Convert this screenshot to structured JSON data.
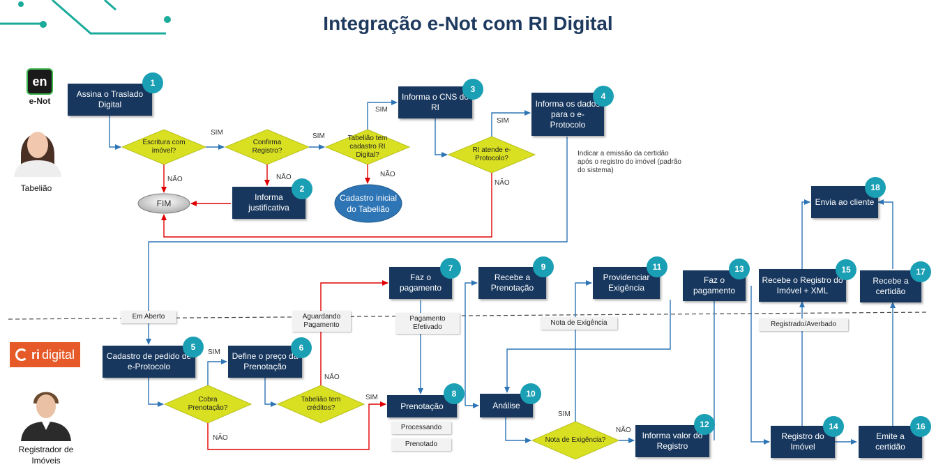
{
  "title": "Integração e-Not com RI Digital",
  "logos": {
    "enot_mark": "en",
    "enot_name": "e-Not",
    "ri_mark": "ri",
    "ri_name": "digital"
  },
  "actors": {
    "tabeliao": "Tabelião",
    "registrador": "Registrador de Imóveis"
  },
  "colors": {
    "box": "#17375e",
    "badge": "#1a9fb4",
    "diamond": "#d9e021",
    "blue_arrow": "#2e75b6",
    "red_arrow": "#e00000",
    "ellipse": "#2e75b6"
  },
  "steps": {
    "s1": {
      "label": "Assina o Traslado Digital",
      "n": "1"
    },
    "s2": {
      "label": "Informa justificativa",
      "n": "2"
    },
    "s3": {
      "label": "Informa o CNS do RI",
      "n": "3"
    },
    "s4": {
      "label": "Informa os dados para o e-Protocolo",
      "n": "4"
    },
    "s5": {
      "label": "Cadastro de pedido de e-Protocolo",
      "n": "5"
    },
    "s6": {
      "label": "Define o preço da Prenotação",
      "n": "6"
    },
    "s7": {
      "label": "Faz o pagamento",
      "n": "7"
    },
    "s8": {
      "label": "Prenotação",
      "n": "8"
    },
    "s9": {
      "label": "Recebe a Prenotação",
      "n": "9"
    },
    "s10": {
      "label": "Análise",
      "n": "10"
    },
    "s11": {
      "label": "Providenciar Exigência",
      "n": "11"
    },
    "s12": {
      "label": "Informa valor do Registro",
      "n": "12"
    },
    "s13": {
      "label": "Faz o pagamento",
      "n": "13"
    },
    "s14": {
      "label": "Registro do Imóvel",
      "n": "14"
    },
    "s15": {
      "label": "Recebe o Registro do Imóvel + XML",
      "n": "15"
    },
    "s16": {
      "label": "Emite a certidão",
      "n": "16"
    },
    "s17": {
      "label": "Recebe a certidão",
      "n": "17"
    },
    "s18": {
      "label": "Envia ao cliente",
      "n": "18"
    }
  },
  "decisions": {
    "d_escritura": "Escritura com imóvel?",
    "d_confirma": "Confirma Registro?",
    "d_tabeliao_cadastro": "Tabelião tem cadastro RI Digital?",
    "d_ri_atende": "RI atende e-Protocolo?",
    "d_cobra": "Cobra Prenotação?",
    "d_creditos": "Tabelião tem créditos?",
    "d_nota": "Nota de Exigência?"
  },
  "terminals": {
    "fim": "FIM",
    "cadastro_inicial": "Cadastro inicial do Tabelião"
  },
  "edge_labels": {
    "sim": "SIM",
    "nao": "NÃO"
  },
  "tags": {
    "em_aberto": "Em Aberto",
    "aguardando": "Aguardando Pagamento",
    "pagamento_efetivado": "Pagamento Efetivado",
    "nota_exigencia": "Nota de Exigência",
    "registrado": "Registrado/Averbado",
    "processando": "Processando",
    "prenotado": "Prenotado"
  },
  "note": "Indicar a emissão da certidão após o registro do imóvel (padrão do sistema)"
}
